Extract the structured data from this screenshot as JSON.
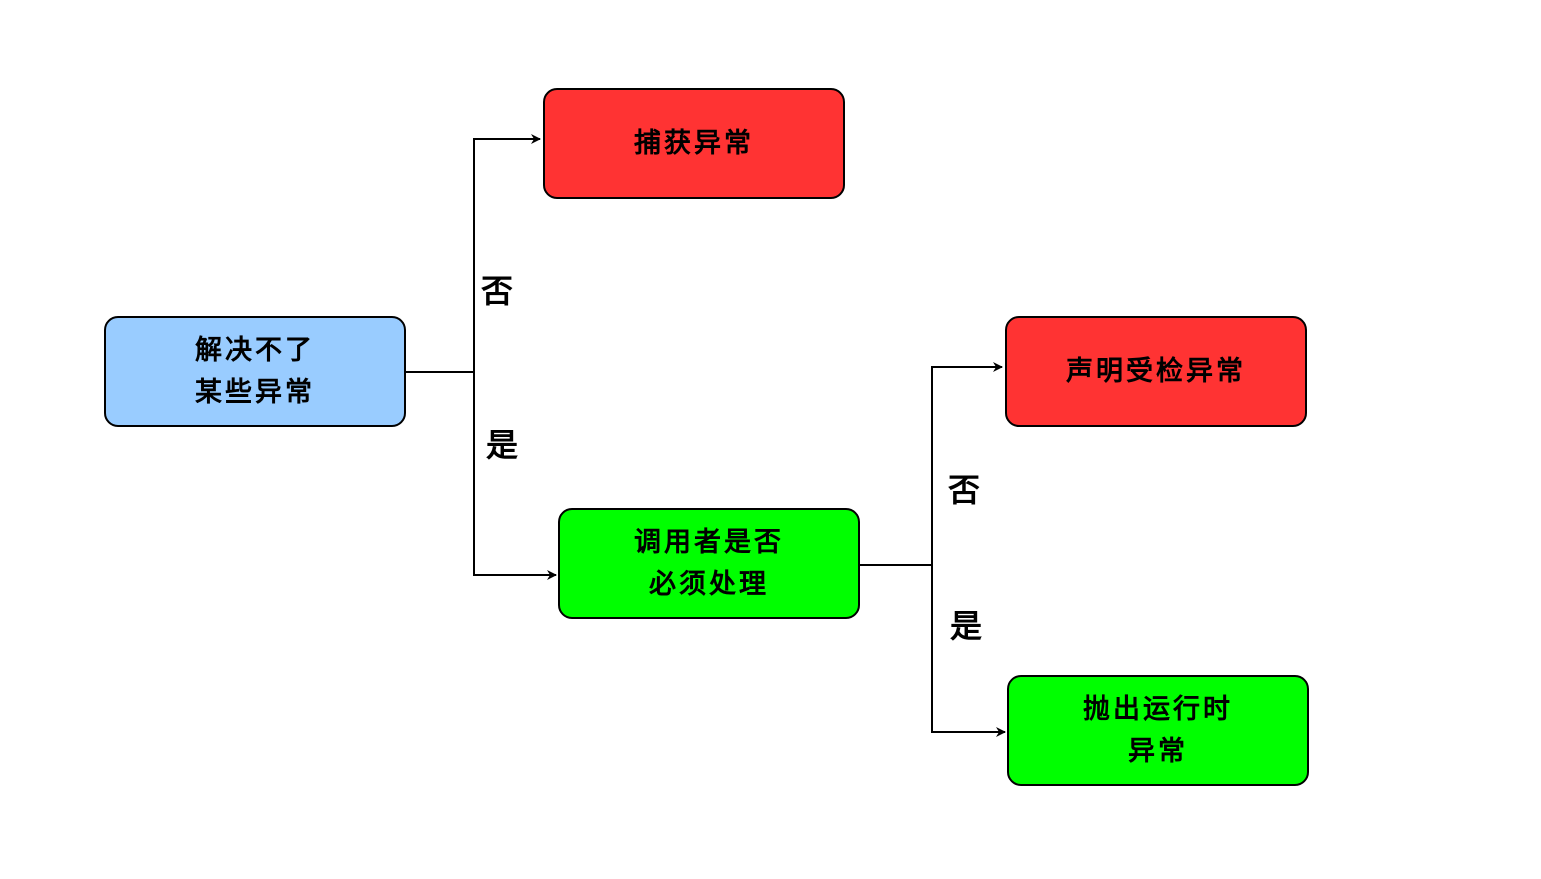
{
  "colors": {
    "blue": "#99ccff",
    "red": "#ff3333",
    "green": "#00ff00",
    "stroke": "#000000"
  },
  "nodes": {
    "root": {
      "label": "解决不了\n某些异常",
      "fill": "#99ccff"
    },
    "catch": {
      "label": "捕获异常",
      "fill": "#ff3333"
    },
    "caller": {
      "label": "调用者是否\n必须处理",
      "fill": "#00ff00"
    },
    "declare": {
      "label": "声明受检异常",
      "fill": "#ff3333"
    },
    "throw": {
      "label": "抛出运行时\n异常",
      "fill": "#00ff00"
    }
  },
  "edges": [
    {
      "from": "root",
      "to": "catch",
      "label": "否"
    },
    {
      "from": "root",
      "to": "caller",
      "label": "是"
    },
    {
      "from": "caller",
      "to": "declare",
      "label": "否"
    },
    {
      "from": "caller",
      "to": "throw",
      "label": "是"
    }
  ]
}
